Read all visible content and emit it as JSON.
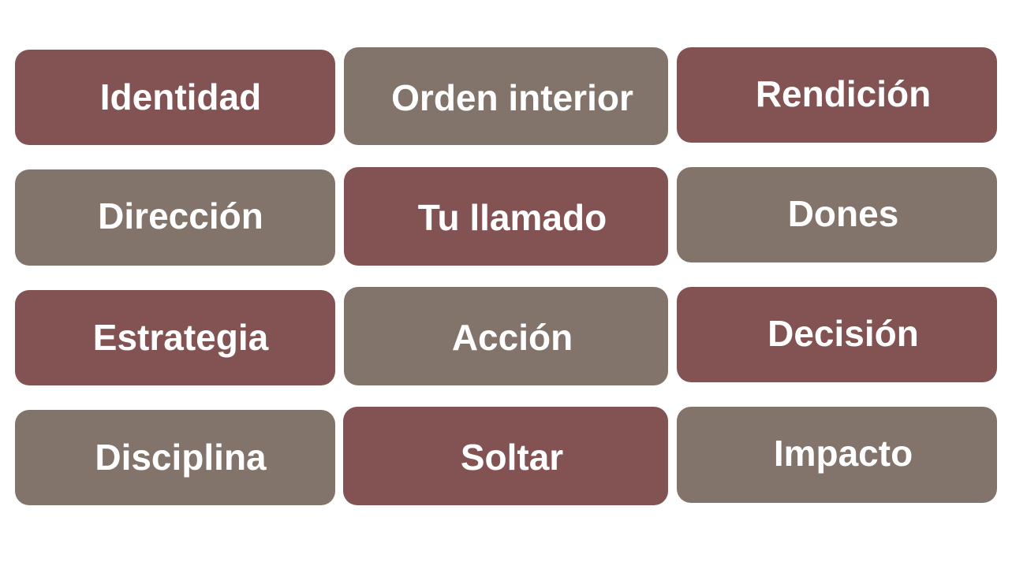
{
  "colors": {
    "rose": "#835353",
    "taupe": "#82746b",
    "text": "#ffffff",
    "background": "#ffffff"
  },
  "tiles": {
    "identidad": "Identidad",
    "orden_interior": "Orden interior",
    "rendicion": "Rendición",
    "direccion": "Dirección",
    "tu_llamado": "Tu llamado",
    "dones": "Dones",
    "estrategia": "Estrategia",
    "accion": "Acción",
    "decision": "Decisión",
    "disciplina": "Disciplina",
    "soltar": "Soltar",
    "impacto": "Impacto"
  }
}
